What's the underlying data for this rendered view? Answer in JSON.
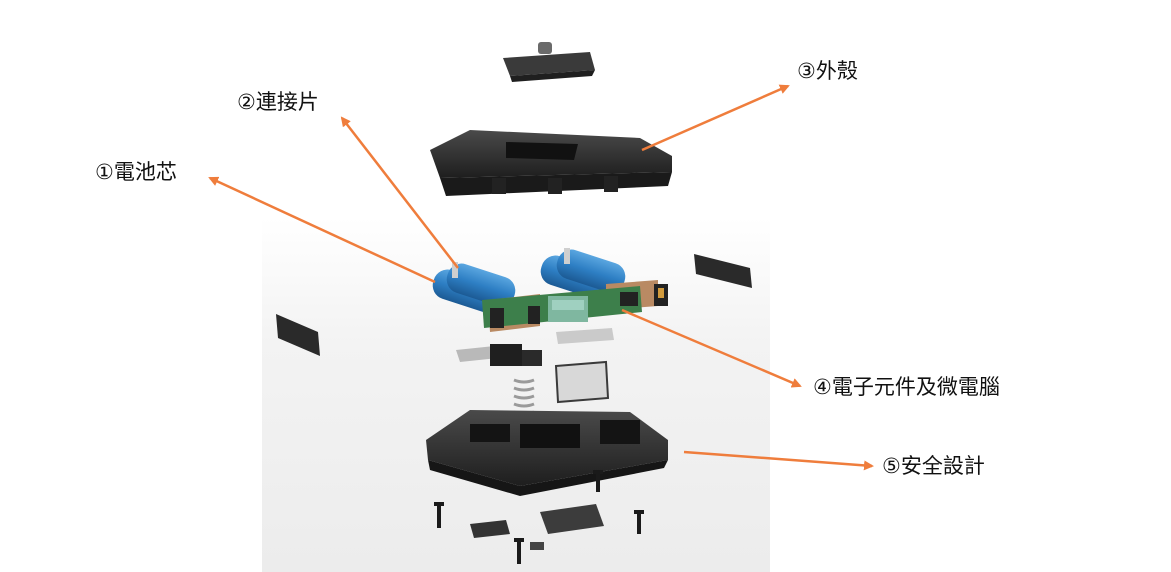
{
  "labels": {
    "cell": "①電池芯",
    "connector": "②連接片",
    "shell": "③外殼",
    "electronics": "④電子元件及微電腦",
    "safety": "⑤安全設計"
  },
  "colors": {
    "arrow": "#ef7d3c",
    "battery_blue": "#2e7fc4",
    "pcb_green": "#3d7f4b",
    "housing": "#2a2a2a"
  }
}
